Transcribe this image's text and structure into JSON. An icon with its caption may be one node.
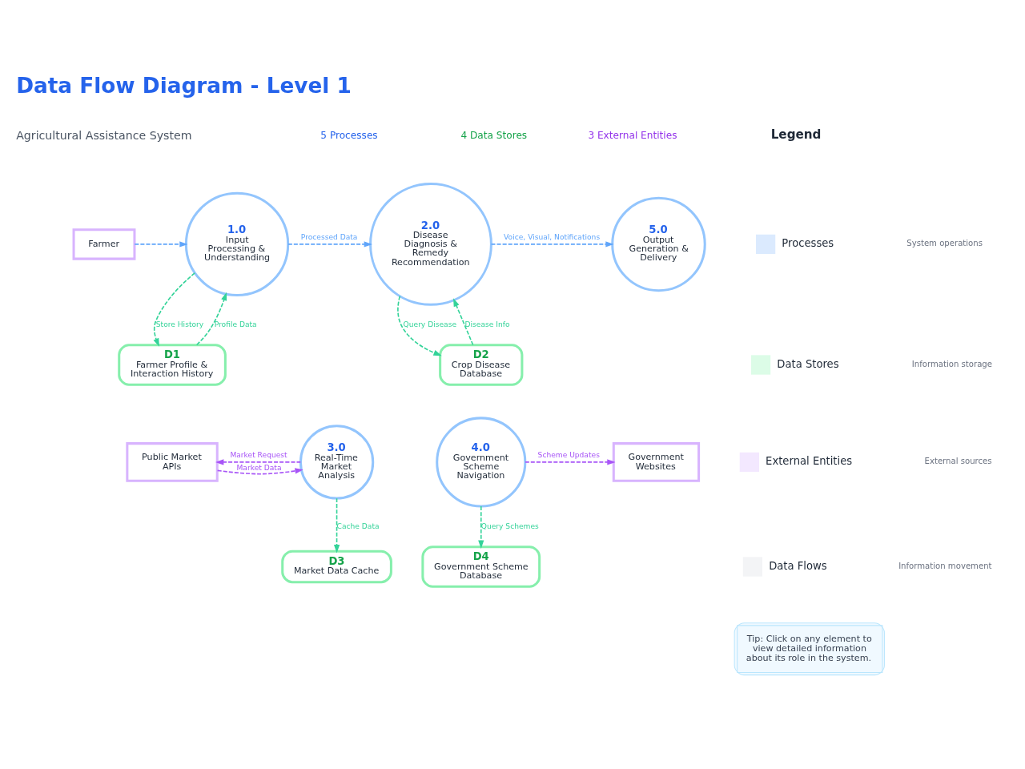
{
  "diagram": {
    "title": "Data Flow Diagram - Level 1",
    "nodes": [
      {
        "text": [
          "Farmer"
        ]
      },
      {
        "text": [
          "1.0",
          "Input Processing & Understanding"
        ]
      },
      {
        "text": [
          "2.0",
          "Disease Diagnosis & Remedy Recommendation"
        ]
      },
      {
        "text": [
          "5.0",
          "Output Generation & Delivery"
        ]
      },
      {
        "text": [
          "D1",
          "Farmer Profile & Interaction History"
        ]
      },
      {
        "text": [
          "D2",
          "Crop Disease Database"
        ]
      },
      {
        "text": [
          "Public Market APIs"
        ]
      },
      {
        "text": [
          "3.0",
          "Real-Time Market Analysis"
        ]
      },
      {
        "text": [
          "4.0",
          "Government Scheme Navigation"
        ]
      },
      {
        "text": [
          "Government Websites"
        ]
      },
      {
        "text": [
          "D3",
          "Market Data Cache"
        ]
      },
      {
        "text": [
          "D4",
          "Government Scheme Database"
        ]
      }
    ],
    "edges": [
      {
        "from": 0,
        "to": 1,
        "arrow": "to",
        "style": "dashed",
        "color": "#60a5fa"
      },
      {
        "from": 1,
        "to": 2,
        "arrow": "to",
        "label": "Processed Data",
        "style": "dashed",
        "color": "#60a5fa"
      },
      {
        "from": 2,
        "to": 3,
        "arrow": "to",
        "label": "Voice, Visual, Notifications",
        "style": "dashed",
        "color": "#60a5fa"
      },
      {
        "from": 4,
        "to": 1,
        "arrow": "to",
        "label": "Profile Data",
        "style": "dashed"
      },
      {
        "from": 1,
        "to": 4,
        "arrow": "to",
        "label": "Store History",
        "style": "dashed"
      },
      {
        "from": 2,
        "to": 5,
        "arrow": "to",
        "label": "Query Disease",
        "style": "dashed"
      },
      {
        "from": 5,
        "to": 2,
        "arrow": "to",
        "label": "Disease Info",
        "style": "dashed"
      },
      {
        "from": 7,
        "to": 6,
        "arrow": "to",
        "label": "Market Request",
        "style": "dashed",
        "color": "#a855f7"
      },
      {
        "from": 6,
        "to": 7,
        "arrow": "to",
        "label": "Market Data",
        "style": "dashed",
        "color": "#a855f7"
      },
      {
        "from": 8,
        "to": 9,
        "arrow": "to",
        "label": "Scheme Updates",
        "style": "dashed",
        "color": "#a855f7"
      },
      {
        "from": 7,
        "to": 10,
        "arrow": "to",
        "label": "Cache Data",
        "style": "dashed"
      },
      {
        "from": 8,
        "to": 11,
        "arrow": "to",
        "label": "Query Schemes",
        "style": "dashed"
      }
    ],
    "labels": [
      "Agricultural Assistance System",
      "5 Processes",
      "4 Data Stores",
      "3 External Entities",
      "Legend",
      "System operations",
      "Information storage",
      "External sources",
      "Information movement",
      "Tip: Click on any element to view detailed information about its role in the system."
    ],
    "legend": [
      {
        "text": "Processes",
        "color": "#dbeafe"
      },
      {
        "text": "Data Stores",
        "color": "#dcfce7"
      },
      {
        "text": "External Entities",
        "color": "#f3e8ff"
      },
      {
        "text": "Data Flows",
        "color": "#f3f4f6"
      }
    ]
  }
}
